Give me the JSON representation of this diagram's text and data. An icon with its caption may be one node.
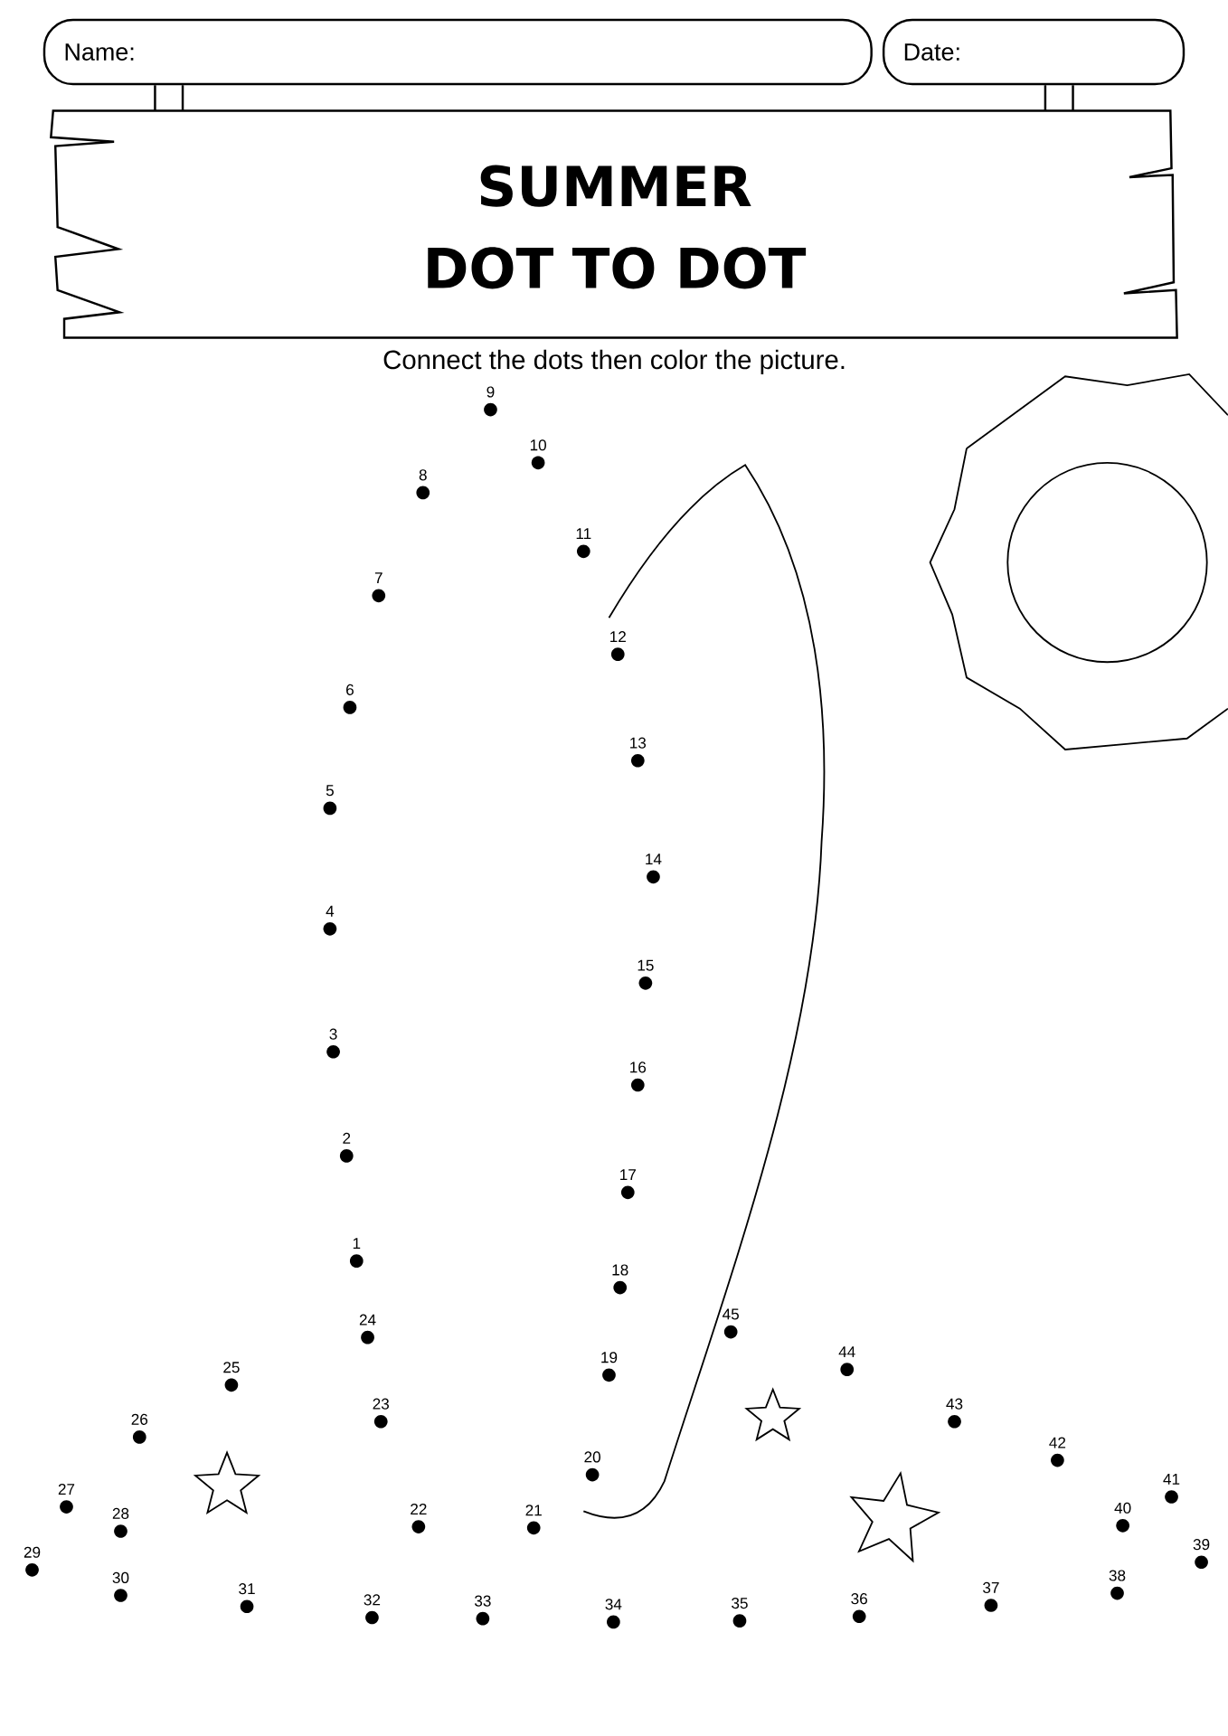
{
  "diagram": {
    "title": "SUMMER DOT TO DOT",
    "nodes": [
      {
        "text": [
          "Name:"
        ]
      },
      {
        "text": [
          "Date:"
        ]
      }
    ],
    "labels": [
      "Connect the dots then color the picture.",
      "1",
      "2",
      "3",
      "4",
      "5",
      "6",
      "7",
      "8",
      "9",
      "10",
      "11",
      "12",
      "13",
      "14",
      "15",
      "16",
      "17",
      "18",
      "19",
      "20",
      "22",
      "21",
      "23",
      "24",
      "25",
      "26",
      "27",
      "28",
      "29",
      "30",
      "31",
      "32",
      "33",
      "34",
      "35",
      "36",
      "37",
      "38",
      "39",
      "40",
      "41",
      "42",
      "43",
      "44",
      "45"
    ]
  }
}
